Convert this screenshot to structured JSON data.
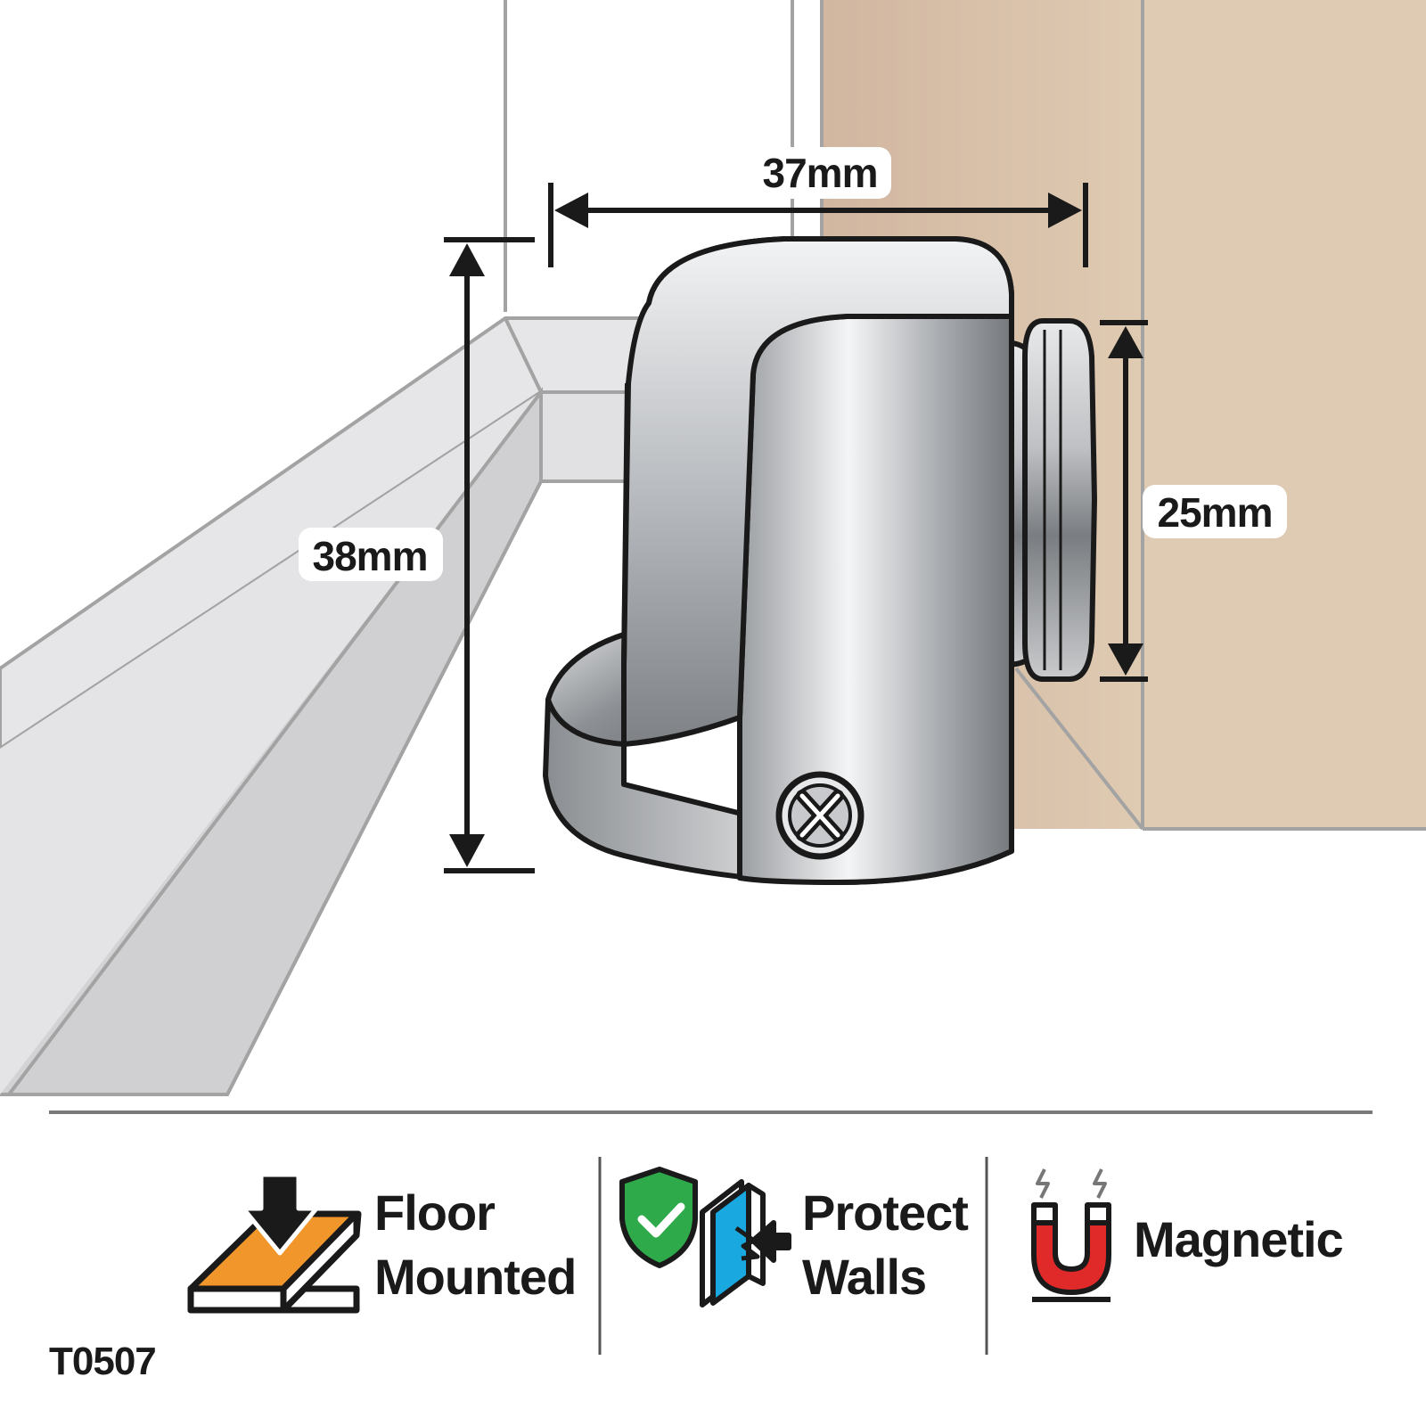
{
  "dimensions": {
    "width": "37mm",
    "height": "38mm",
    "magnet_diameter": "25mm"
  },
  "features": [
    {
      "icon": "floor-mounted-icon",
      "line1": "Floor",
      "line2": "Mounted"
    },
    {
      "icon": "protect-walls-icon",
      "line1": "Protect",
      "line2": "Walls"
    },
    {
      "icon": "magnet-icon",
      "line1": "Magnetic",
      "line2": ""
    }
  ],
  "product_code": "T0507",
  "colors": {
    "wall": "#d2b9a0",
    "skirting": "#d9d9db",
    "floor_board": "#cfcfd2",
    "outline": "#1a1a1a",
    "orange": "#f0962a",
    "green": "#2eaa4a",
    "blue": "#1aa8e0",
    "magnet_red": "#e02a2a"
  }
}
